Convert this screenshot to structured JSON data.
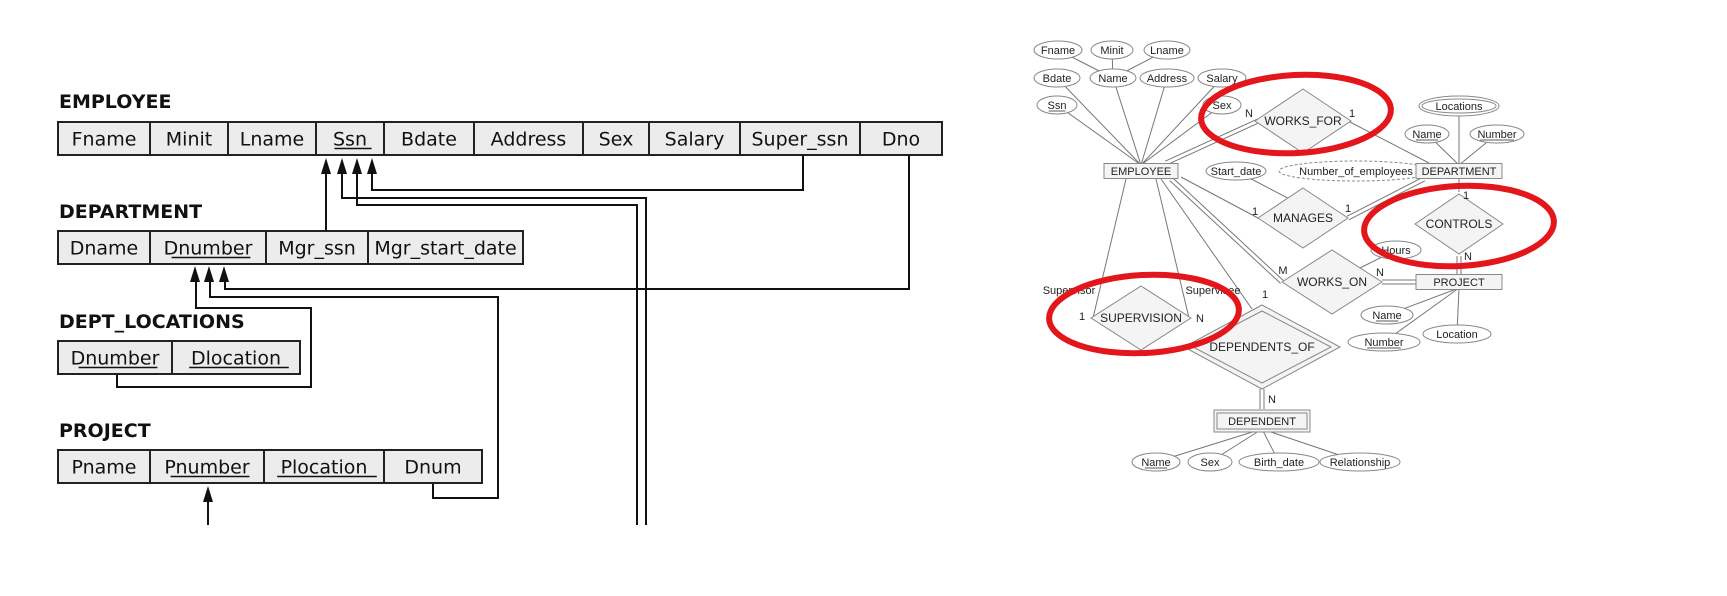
{
  "schema": {
    "relations": [
      {
        "key": "employee",
        "name": "EMPLOYEE",
        "columns": [
          {
            "label": "Fname",
            "pk": false
          },
          {
            "label": "Minit",
            "pk": false
          },
          {
            "label": "Lname",
            "pk": false
          },
          {
            "label": "Ssn",
            "pk": true
          },
          {
            "label": "Bdate",
            "pk": false
          },
          {
            "label": "Address",
            "pk": false
          },
          {
            "label": "Sex",
            "pk": false
          },
          {
            "label": "Salary",
            "pk": false
          },
          {
            "label": "Super_ssn",
            "pk": false
          },
          {
            "label": "Dno",
            "pk": false
          }
        ]
      },
      {
        "key": "department",
        "name": "DEPARTMENT",
        "columns": [
          {
            "label": "Dname",
            "pk": false
          },
          {
            "label": "Dnumber",
            "pk": true
          },
          {
            "label": "Mgr_ssn",
            "pk": false
          },
          {
            "label": "Mgr_start_date",
            "pk": false
          }
        ]
      },
      {
        "key": "dept-locations",
        "name": "DEPT_LOCATIONS",
        "columns": [
          {
            "label": "Dnumber",
            "pk": true
          },
          {
            "label": "Dlocation",
            "pk": true
          }
        ]
      },
      {
        "key": "project",
        "name": "PROJECT",
        "columns": [
          {
            "label": "Pname",
            "pk": false
          },
          {
            "label": "Pnumber",
            "pk": true
          },
          {
            "label": "Plocation",
            "pk": true
          },
          {
            "label": "Dnum",
            "pk": false
          }
        ]
      }
    ]
  },
  "er": {
    "entities": {
      "employee": "EMPLOYEE",
      "department": "DEPARTMENT",
      "project": "PROJECT",
      "dependent": "DEPENDENT"
    },
    "relationships": {
      "works_for": "WORKS_FOR",
      "manages": "MANAGES",
      "works_on": "WORKS_ON",
      "controls": "CONTROLS",
      "supervision": "SUPERVISION",
      "dependents_of": "DEPENDENTS_OF"
    },
    "attributes": {
      "fname": "Fname",
      "minit": "Minit",
      "lname": "Lname",
      "bdate": "Bdate",
      "name": "Name",
      "address": "Address",
      "salary": "Salary",
      "ssn": "Ssn",
      "sex": "Sex",
      "locations": "Locations",
      "dept_name": "Name",
      "dept_number": "Number",
      "start_date": "Start_date",
      "number_of_employees": "Number_of_employees",
      "hours": "Hours",
      "proj_name": "Name",
      "proj_number": "Number",
      "location": "Location",
      "dep_name": "Name",
      "dep_sex": "Sex",
      "birth_date": "Birth_date",
      "relationship": "Relationship"
    },
    "cardinalities": {
      "works_for_employee": "N",
      "works_for_department": "1",
      "manages_employee": "1",
      "manages_department": "1",
      "works_on_employee": "M",
      "works_on_project": "N",
      "controls_department": "1",
      "controls_project": "N",
      "supervision_supervisor": "1",
      "supervision_supervisee": "N",
      "dependents_of_employee": "1",
      "dependents_of_dependent": "N"
    },
    "roles": {
      "supervisor": "Supervisor",
      "supervisee": "Supervisee"
    },
    "highlight_color": "#e3161b"
  }
}
